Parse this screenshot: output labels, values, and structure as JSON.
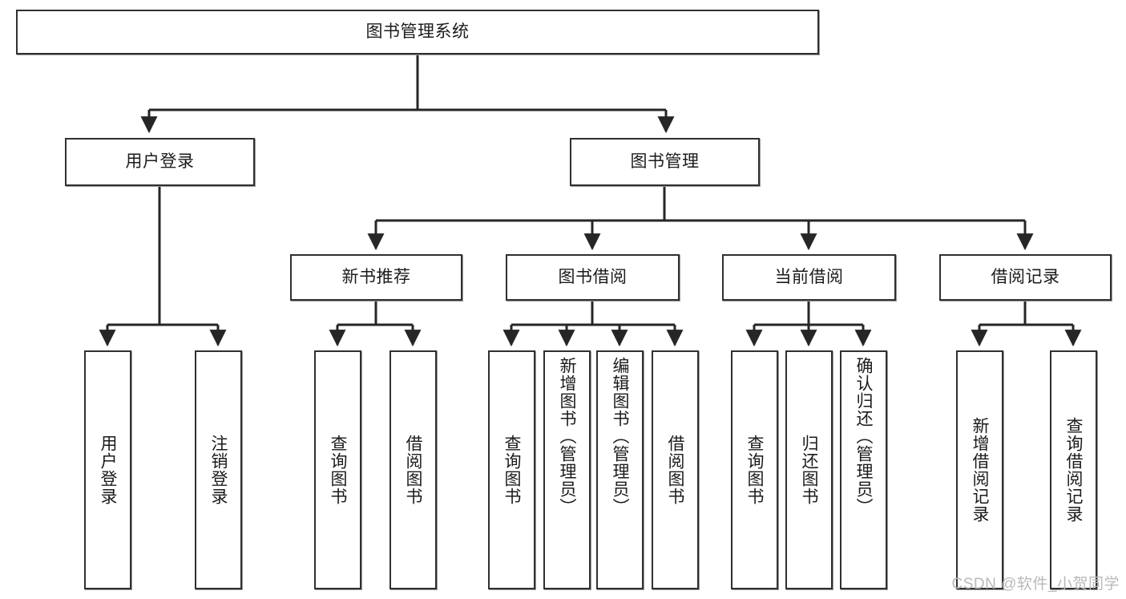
{
  "diagram": {
    "title": "图书管理系统",
    "type": "function-structure-tree",
    "watermark": "CSDN @软件_小贺同学",
    "colors": {
      "box_border": "#303030",
      "box_fill": "#ffffff",
      "edge": "#262626",
      "text": "#1b1b1b",
      "watermark": "#b9b9b9",
      "background": "#ffffff"
    },
    "root": {
      "label": "图书管理系统"
    },
    "level2": [
      {
        "label": "用户登录"
      },
      {
        "label": "图书管理"
      }
    ],
    "level3": [
      {
        "label": "新书推荐"
      },
      {
        "label": "图书借阅"
      },
      {
        "label": "当前借阅"
      },
      {
        "label": "借阅记录"
      }
    ],
    "leaves": {
      "user_login": [
        {
          "label": "用户登录"
        },
        {
          "label": "注销登录"
        }
      ],
      "new_book": [
        {
          "label": "查询图书"
        },
        {
          "label": "借阅图书"
        }
      ],
      "book_borrow": [
        {
          "label": "查询图书"
        },
        {
          "label": "新增图书（管理员）"
        },
        {
          "label": "编辑图书（管理员）"
        },
        {
          "label": "借阅图书"
        }
      ],
      "current_borrow": [
        {
          "label": "查询图书"
        },
        {
          "label": "归还图书"
        },
        {
          "label": "确认归还（管理员）"
        }
      ],
      "borrow_record": [
        {
          "label": "新增借阅记录"
        },
        {
          "label": "查询借阅记录"
        }
      ]
    }
  }
}
